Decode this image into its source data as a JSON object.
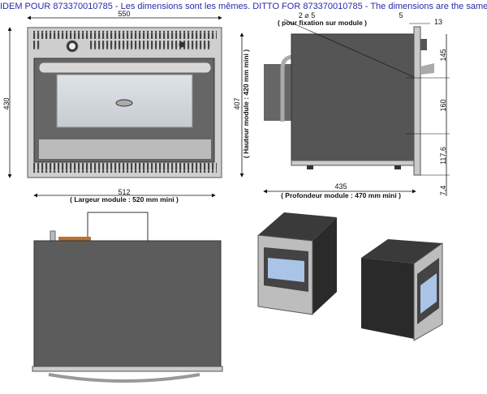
{
  "header": "IDEM POUR 873370010785 - Les dimensions sont les mêmes.  DITTO FOR 873370010785 - The dimensions are the same.",
  "front_view": {
    "width": "550",
    "height": "430"
  },
  "side_view": {
    "height": "407",
    "height_note": "( Hauteur module : 420 mm mini )",
    "depth": "435",
    "depth_note": "( Profondeur module : 470 mm mini )",
    "holes": "2 ⌀ 5",
    "holes_note": "( pour fixation sur module )",
    "dim_5": "5",
    "dim_13": "13",
    "dim_145": "145",
    "dim_160": "160",
    "dim_117": "117,6",
    "dim_74": "7,4"
  },
  "top_view": {
    "width": "512",
    "width_note": "( Largeur module : 520 mm mini )"
  },
  "colors": {
    "header": "#2a2aa8",
    "body": "#5c5c5c",
    "frame": "#c9c9c9"
  }
}
